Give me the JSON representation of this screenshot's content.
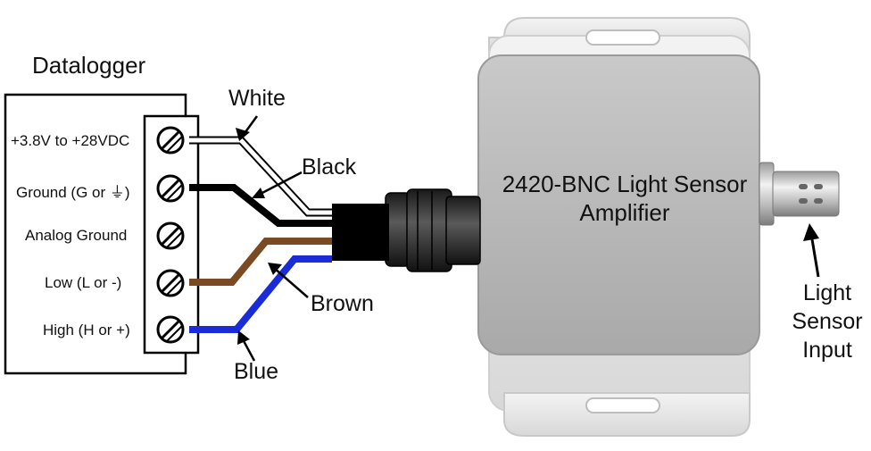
{
  "datalogger": {
    "title": "Datalogger",
    "terminals": [
      "+3.8V to +28VDC",
      "Ground (G or ⏚)",
      "Analog Ground",
      "Low (L or -)",
      "High (H or +)"
    ]
  },
  "wires": {
    "white": "White",
    "black": "Black",
    "brown": "Brown",
    "blue": "Blue"
  },
  "amplifier": {
    "title": "2420-BNC Light Sensor Amplifier"
  },
  "sensor": {
    "label": "Light Sensor Input"
  },
  "colors": {
    "white_wire": "#ffffff",
    "black_wire": "#000000",
    "brown_wire": "#7a4a22",
    "blue_wire": "#1a2bd8",
    "housing": "#bdbdbd"
  }
}
